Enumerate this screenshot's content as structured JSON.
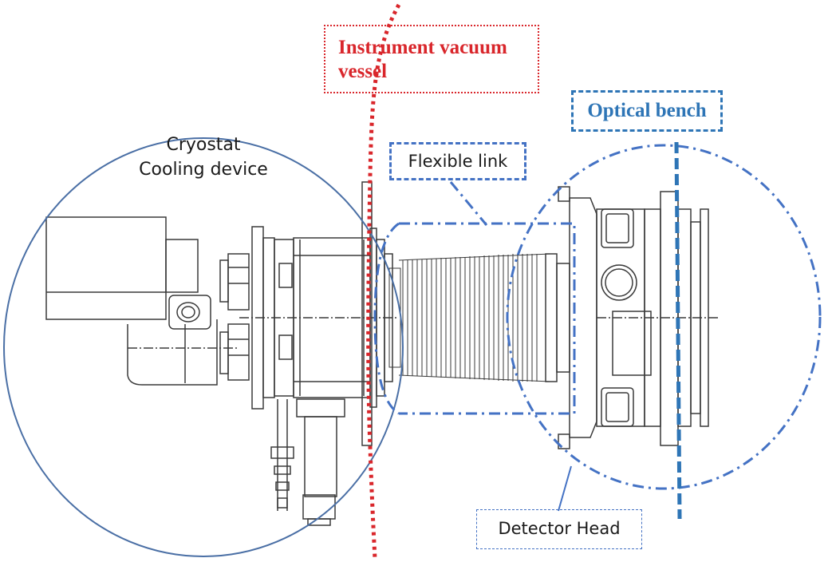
{
  "labels": {
    "vessel": [
      "Instrument vacuum",
      "vessel"
    ],
    "bench": "Optical bench",
    "cryostat": [
      "Cryostat",
      "Cooling device"
    ],
    "flexible": "Flexible link",
    "detector": "Detector Head"
  },
  "colors": {
    "vessel": "#d9262b",
    "bench": "#2e75b6",
    "outline": "#4472c4",
    "drawing": "#333333"
  }
}
